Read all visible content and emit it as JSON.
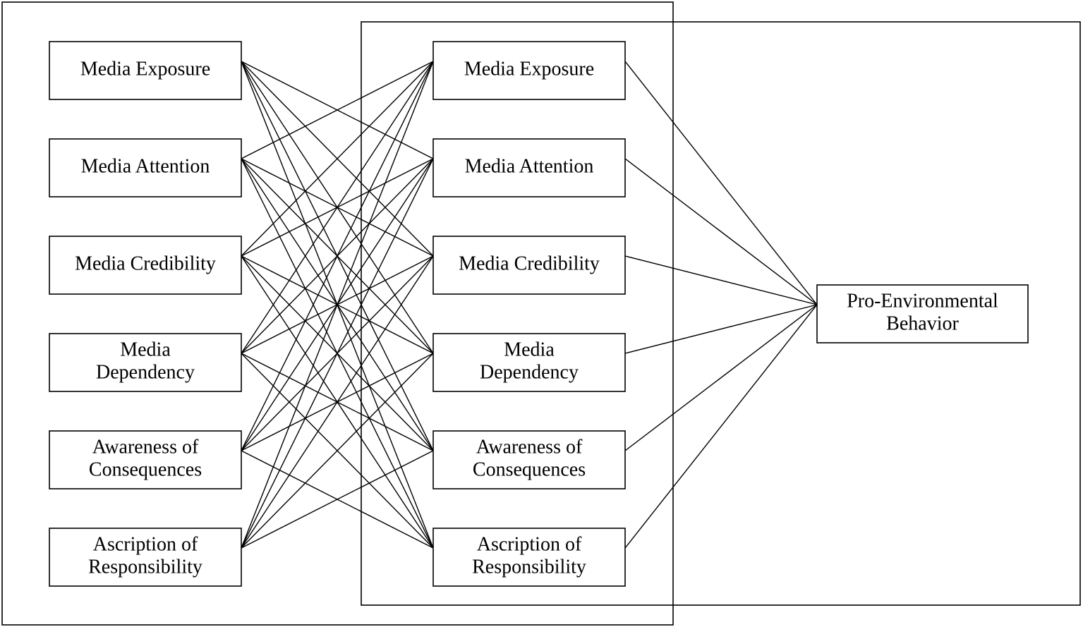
{
  "diagram": {
    "left_column": [
      {
        "id": "L1",
        "lines": [
          "Media Exposure"
        ]
      },
      {
        "id": "L2",
        "lines": [
          "Media Attention"
        ]
      },
      {
        "id": "L3",
        "lines": [
          "Media Credibility"
        ]
      },
      {
        "id": "L4",
        "lines": [
          "Media",
          "Dependency"
        ]
      },
      {
        "id": "L5",
        "lines": [
          "Awareness of",
          "Consequences"
        ]
      },
      {
        "id": "L6",
        "lines": [
          "Ascription of",
          "Responsibility"
        ]
      }
    ],
    "middle_column": [
      {
        "id": "M1",
        "lines": [
          "Media Exposure"
        ]
      },
      {
        "id": "M2",
        "lines": [
          "Media Attention"
        ]
      },
      {
        "id": "M3",
        "lines": [
          "Media Credibility"
        ]
      },
      {
        "id": "M4",
        "lines": [
          "Media",
          "Dependency"
        ]
      },
      {
        "id": "M5",
        "lines": [
          "Awareness of",
          "Consequences"
        ]
      },
      {
        "id": "M6",
        "lines": [
          "Ascription of",
          "Responsibility"
        ]
      }
    ],
    "outcome": {
      "id": "OUT",
      "lines": [
        "Pro-Environmental",
        "Behavior"
      ]
    },
    "edges": [
      [
        "L1",
        "M2"
      ],
      [
        "L1",
        "M3"
      ],
      [
        "L1",
        "M4"
      ],
      [
        "L1",
        "M5"
      ],
      [
        "L1",
        "M6"
      ],
      [
        "L2",
        "M1"
      ],
      [
        "L2",
        "M3"
      ],
      [
        "L2",
        "M4"
      ],
      [
        "L2",
        "M5"
      ],
      [
        "L2",
        "M6"
      ],
      [
        "L3",
        "M1"
      ],
      [
        "L3",
        "M2"
      ],
      [
        "L3",
        "M4"
      ],
      [
        "L3",
        "M5"
      ],
      [
        "L3",
        "M6"
      ],
      [
        "L4",
        "M1"
      ],
      [
        "L4",
        "M2"
      ],
      [
        "L4",
        "M3"
      ],
      [
        "L4",
        "M5"
      ],
      [
        "L4",
        "M6"
      ],
      [
        "L5",
        "M1"
      ],
      [
        "L5",
        "M2"
      ],
      [
        "L5",
        "M3"
      ],
      [
        "L5",
        "M4"
      ],
      [
        "L5",
        "M6"
      ],
      [
        "L6",
        "M1"
      ],
      [
        "L6",
        "M2"
      ],
      [
        "L6",
        "M3"
      ],
      [
        "L6",
        "M4"
      ],
      [
        "L6",
        "M5"
      ],
      [
        "M1",
        "OUT"
      ],
      [
        "M2",
        "OUT"
      ],
      [
        "M3",
        "OUT"
      ],
      [
        "M4",
        "OUT"
      ],
      [
        "M5",
        "OUT"
      ],
      [
        "M6",
        "OUT"
      ]
    ]
  }
}
